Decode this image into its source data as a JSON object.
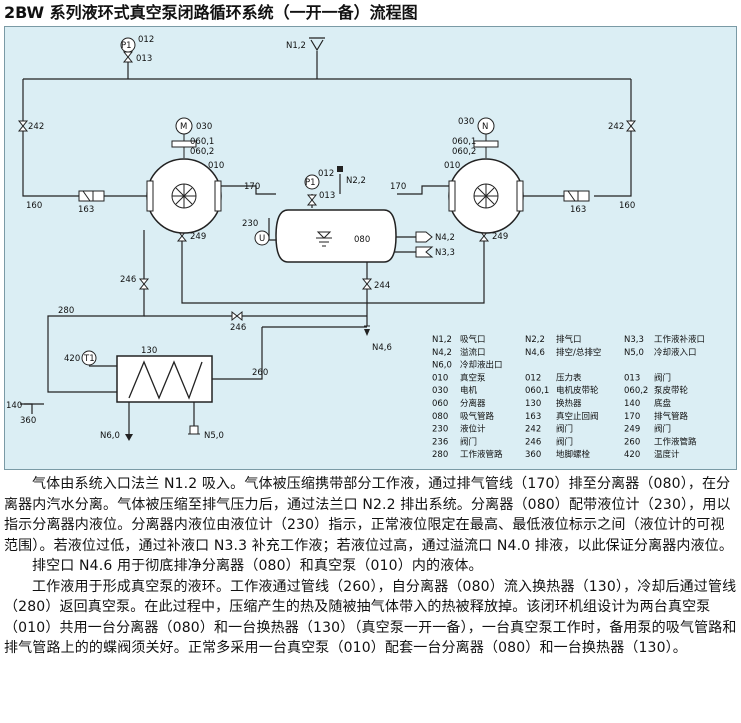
{
  "title": "2BW 系列液环式真空泵闭路循环系统（一开一备）流程图",
  "labels": {
    "p1": "P1",
    "p012": "012",
    "p013": "013",
    "p012b": "012",
    "p013b": "013",
    "n12": "N1,2",
    "n22": "N2,2",
    "l242a": "242",
    "l242b": "242",
    "l160a": "160",
    "l160b": "160",
    "l163a": "163",
    "l163b": "163",
    "l170a": "170",
    "l170b": "170",
    "m": "M",
    "n": "N",
    "l030a": "030",
    "l0601a": "060,1",
    "l0602a": "060,2",
    "l010a": "010",
    "l030b": "030",
    "l0601b": "060,1",
    "l0602b": "060,2",
    "l010b": "010",
    "l249a": "249",
    "l249b": "249",
    "l246a": "246",
    "l246b": "246",
    "l230": "230",
    "u": "U",
    "l080": "080",
    "n42": "N4,2",
    "n33": "N3,3",
    "l244": "244",
    "n46": "N4,6",
    "l280": "280",
    "l420": "420",
    "t1": "T1",
    "l130": "130",
    "l260": "260",
    "l140": "140",
    "l360": "360",
    "n60": "N6,0",
    "n50": "N5,0"
  },
  "legend": [
    [
      "N1,2",
      "吸气口",
      "N2,2",
      "排气口",
      "N3,3",
      "工作液补液口"
    ],
    [
      "N4,2",
      "溢流口",
      "N4,6",
      "排空/总排空",
      "N5,0",
      "冷却液入口"
    ],
    [
      "N6,0",
      "冷却液出口",
      "",
      "",
      "",
      ""
    ],
    [
      "010",
      "真空泵",
      "012",
      "压力表",
      "013",
      "阀门"
    ],
    [
      "030",
      "电机",
      "060,1",
      "电机皮带轮",
      "060,2",
      "泵皮带轮"
    ],
    [
      "060",
      "分离器",
      "130",
      "换热器",
      "140",
      "底盘"
    ],
    [
      "080",
      "吸气管路",
      "163",
      "真空止回阀",
      "170",
      "排气管路"
    ],
    [
      "230",
      "液位计",
      "242",
      "阀门",
      "249",
      "阀门"
    ],
    [
      "236",
      "阀门",
      "246",
      "阀门",
      "260",
      "工作液管路"
    ],
    [
      "280",
      "工作液管路",
      "360",
      "地脚螺栓",
      "420",
      "温度计"
    ]
  ],
  "paragraphs": [
    "气体由系统入口法兰 N1.2 吸入。气体被压缩携带部分工作液，通过排气管线（170）排至分离器（080），在分离器内汽水分离。气体被压缩至排气压力后，通过法兰口 N2.2 排出系统。分离器（080）配带液位计（230），用以指示分离器内液位。分离器内液位由液位计（230）指示，正常液位限定在最高、最低液位标示之间（液位计的可视范围）。若液位过低，通过补液口 N3.3 补充工作液；若液位过高，通过溢流口 N4.0 排液，以此保证分离器内液位。",
    "排空口 N4.6 用于彻底排净分离器（080）和真空泵（010）内的液体。",
    "工作液用于形成真空泵的液环。工作液通过管线（260），自分离器（080）流入换热器（130），冷却后通过管线（280）返回真空泵。在此过程中，压缩产生的热及随被抽气体带入的热被释放掉。该闭环机组设计为两台真空泵（010）共用一台分离器（080）和一台换热器（130）（真空泵一开一备），一台真空泵工作时，备用泵的吸气管路和排气管路上的的蝶阀须关好。正常多采用一台真空泵（010）配套一台分离器（080）和一台换热器（130）。"
  ],
  "colors": {
    "panel": "#dbeef4",
    "line": "#222222",
    "text": "#111111"
  }
}
